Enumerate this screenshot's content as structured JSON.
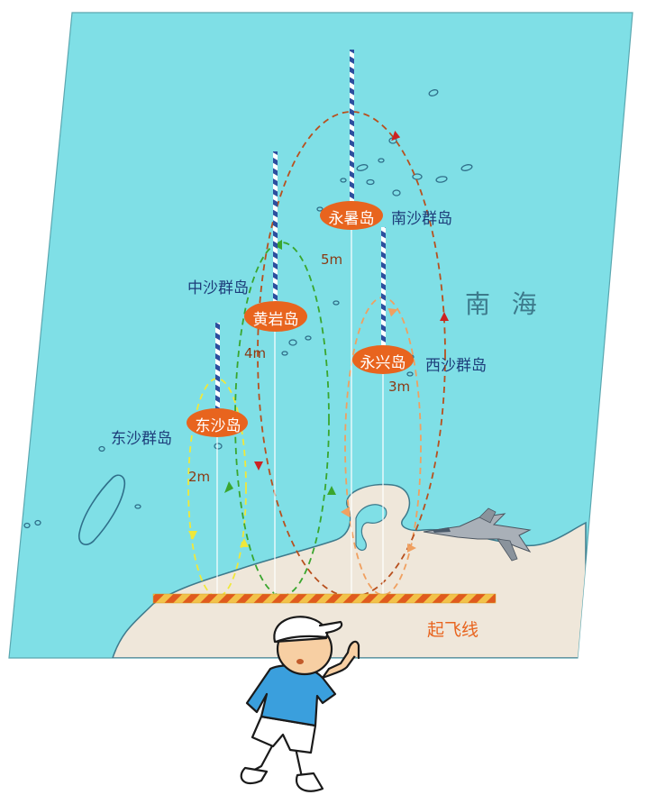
{
  "sea_label": "南  海",
  "start_line_label": "起飞线",
  "islands": [
    {
      "name": "东沙岛",
      "group": "东沙群岛",
      "distance": "2m"
    },
    {
      "name": "黄岩岛",
      "group": "中沙群岛",
      "distance": "4m"
    },
    {
      "name": "永兴岛",
      "group": "西沙群岛",
      "distance": "3m"
    },
    {
      "name": "永暑岛",
      "group": "南沙群岛",
      "distance": "5m"
    }
  ],
  "colors": {
    "sea": "#7fdfe6",
    "land": "#efe7da",
    "badge": "#e8641e",
    "text_dark": "#1d3d7a",
    "dist_text": "#8a3a14",
    "loop_yellow": "#f0e83a",
    "loop_green": "#3aa62e",
    "loop_orange": "#f0a060",
    "loop_brown": "#b8501e",
    "start_line_label": "#e8641e"
  }
}
